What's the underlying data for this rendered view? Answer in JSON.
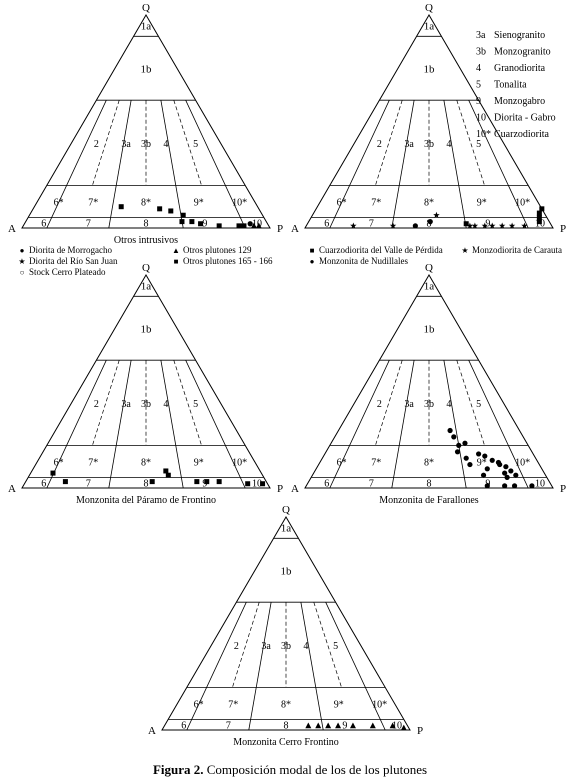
{
  "figure_caption": {
    "label": "Figura 2.",
    "text": " Composición modal de los de los plutones"
  },
  "vertex_labels": {
    "top": "Q",
    "left": "A",
    "right": "P"
  },
  "field_labels": [
    "1a",
    "1b",
    "2",
    "3a",
    "3b",
    "4",
    "5",
    "6*",
    "7*",
    "8*",
    "9*",
    "10*",
    "6",
    "7",
    "8",
    "9",
    "10"
  ],
  "legend_fields": [
    {
      "code": "3a",
      "name": "Sienogranito"
    },
    {
      "code": "3b",
      "name": "Monzogranito"
    },
    {
      "code": "4",
      "name": "Granodiorita"
    },
    {
      "code": "5",
      "name": "Tonalita"
    },
    {
      "code": "9",
      "name": "Monzogabro"
    },
    {
      "code": "10",
      "name": "Diorita - Gabro"
    },
    {
      "code": "10*",
      "name": "Cuarzodiorita"
    }
  ],
  "symbol_legend": [
    {
      "symbol": "●",
      "label": "Diorita de Morrogacho"
    },
    {
      "symbol": "★",
      "label": "Diorita del Río San Juan"
    },
    {
      "symbol": "○",
      "label": "Stock Cerro Plateado"
    },
    {
      "symbol": "▲",
      "label": "Otros plutones 129"
    },
    {
      "symbol": "■",
      "label": "Otros plutones 165 - 166"
    },
    {
      "symbol": "■",
      "label": "Cuarzodiorita del Valle de Pérdida"
    },
    {
      "symbol": "●",
      "label": "Monzonita de Nudillales"
    },
    {
      "symbol": "★",
      "label": "Monzodiorita de Carauta"
    }
  ],
  "chart_data": [
    {
      "type": "scatter",
      "diagram": "QAP ternary",
      "title": "Otros intrusivos",
      "series": [
        {
          "marker": "square",
          "points": [
            {
              "Q": 10,
              "A": 55,
              "P": 35
            },
            {
              "Q": 9,
              "A": 40,
              "P": 51
            },
            {
              "Q": 8,
              "A": 36,
              "P": 56
            },
            {
              "Q": 6,
              "A": 32,
              "P": 62
            },
            {
              "Q": 3,
              "A": 34,
              "P": 63
            },
            {
              "Q": 3,
              "A": 30,
              "P": 67
            },
            {
              "Q": 2,
              "A": 27,
              "P": 71
            },
            {
              "Q": 1,
              "A": 20,
              "P": 79
            },
            {
              "Q": 1,
              "A": 12,
              "P": 87
            },
            {
              "Q": 1,
              "A": 10,
              "P": 89
            }
          ]
        },
        {
          "marker": "triangle",
          "points": [
            {
              "Q": 1,
              "A": 6,
              "P": 93
            },
            {
              "Q": 1,
              "A": 4,
              "P": 95
            }
          ]
        },
        {
          "marker": "circle",
          "points": [
            {
              "Q": 2,
              "A": 7,
              "P": 91
            }
          ]
        }
      ]
    },
    {
      "type": "scatter",
      "diagram": "QAP ternary",
      "title": "",
      "series": [
        {
          "marker": "square",
          "points": [
            {
              "Q": 9,
              "A": 0,
              "P": 91
            },
            {
              "Q": 7,
              "A": 2,
              "P": 91
            },
            {
              "Q": 5,
              "A": 3,
              "P": 92
            },
            {
              "Q": 3,
              "A": 4,
              "P": 93
            },
            {
              "Q": 2,
              "A": 34,
              "P": 64
            }
          ]
        },
        {
          "marker": "star",
          "points": [
            {
              "Q": 1,
              "A": 80,
              "P": 19
            },
            {
              "Q": 1,
              "A": 64,
              "P": 35
            },
            {
              "Q": 6,
              "A": 44,
              "P": 50
            },
            {
              "Q": 1,
              "A": 33,
              "P": 66
            },
            {
              "Q": 1,
              "A": 31,
              "P": 68
            },
            {
              "Q": 1,
              "A": 27,
              "P": 72
            },
            {
              "Q": 1,
              "A": 24,
              "P": 75
            },
            {
              "Q": 1,
              "A": 20,
              "P": 79
            },
            {
              "Q": 1,
              "A": 16,
              "P": 83
            },
            {
              "Q": 1,
              "A": 11,
              "P": 88
            }
          ]
        },
        {
          "marker": "circle",
          "points": [
            {
              "Q": 1,
              "A": 55,
              "P": 44
            },
            {
              "Q": 3,
              "A": 48,
              "P": 49
            }
          ]
        }
      ]
    },
    {
      "type": "scatter",
      "diagram": "QAP ternary",
      "title": "Monzonita del Páramo de Frontino",
      "series": [
        {
          "marker": "square",
          "points": [
            {
              "Q": 7,
              "A": 84,
              "P": 9
            },
            {
              "Q": 3,
              "A": 81,
              "P": 16
            },
            {
              "Q": 3,
              "A": 46,
              "P": 51
            },
            {
              "Q": 8,
              "A": 38,
              "P": 54
            },
            {
              "Q": 6,
              "A": 38,
              "P": 56
            },
            {
              "Q": 3,
              "A": 28,
              "P": 69
            },
            {
              "Q": 3,
              "A": 24,
              "P": 73
            },
            {
              "Q": 3,
              "A": 19,
              "P": 78
            },
            {
              "Q": 2,
              "A": 8,
              "P": 90
            },
            {
              "Q": 2,
              "A": 2,
              "P": 96
            }
          ]
        }
      ]
    },
    {
      "type": "scatter",
      "diagram": "QAP ternary",
      "title": "Monzonita de Farallones",
      "series": [
        {
          "marker": "circle",
          "points": [
            {
              "Q": 27,
              "A": 28,
              "P": 45
            },
            {
              "Q": 24,
              "A": 28,
              "P": 48
            },
            {
              "Q": 21,
              "A": 25,
              "P": 54
            },
            {
              "Q": 20,
              "A": 28,
              "P": 52
            },
            {
              "Q": 17,
              "A": 30,
              "P": 53
            },
            {
              "Q": 16,
              "A": 22,
              "P": 62
            },
            {
              "Q": 15,
              "A": 20,
              "P": 65
            },
            {
              "Q": 14,
              "A": 28,
              "P": 58
            },
            {
              "Q": 13,
              "A": 18,
              "P": 69
            },
            {
              "Q": 12,
              "A": 16,
              "P": 72
            },
            {
              "Q": 11,
              "A": 28,
              "P": 61
            },
            {
              "Q": 11,
              "A": 16,
              "P": 73
            },
            {
              "Q": 10,
              "A": 14,
              "P": 76
            },
            {
              "Q": 9,
              "A": 22,
              "P": 69
            },
            {
              "Q": 8,
              "A": 13,
              "P": 79
            },
            {
              "Q": 7,
              "A": 16,
              "P": 77
            },
            {
              "Q": 6,
              "A": 12,
              "P": 82
            },
            {
              "Q": 6,
              "A": 25,
              "P": 69
            },
            {
              "Q": 5,
              "A": 16,
              "P": 79
            },
            {
              "Q": 1,
              "A": 26,
              "P": 73
            },
            {
              "Q": 1,
              "A": 19,
              "P": 80
            },
            {
              "Q": 1,
              "A": 15,
              "P": 84
            },
            {
              "Q": 1,
              "A": 8,
              "P": 91
            }
          ]
        }
      ]
    },
    {
      "type": "scatter",
      "diagram": "QAP ternary",
      "title": "Monzonita Cerro Frontino",
      "series": [
        {
          "marker": "triangle",
          "points": [
            {
              "Q": 2,
              "A": 40,
              "P": 58
            },
            {
              "Q": 2,
              "A": 36,
              "P": 62
            },
            {
              "Q": 2,
              "A": 32,
              "P": 66
            },
            {
              "Q": 2,
              "A": 28,
              "P": 70
            },
            {
              "Q": 2,
              "A": 22,
              "P": 76
            },
            {
              "Q": 2,
              "A": 14,
              "P": 84
            },
            {
              "Q": 2,
              "A": 6,
              "P": 92
            },
            {
              "Q": 1,
              "A": 2,
              "P": 97
            }
          ]
        }
      ]
    }
  ]
}
